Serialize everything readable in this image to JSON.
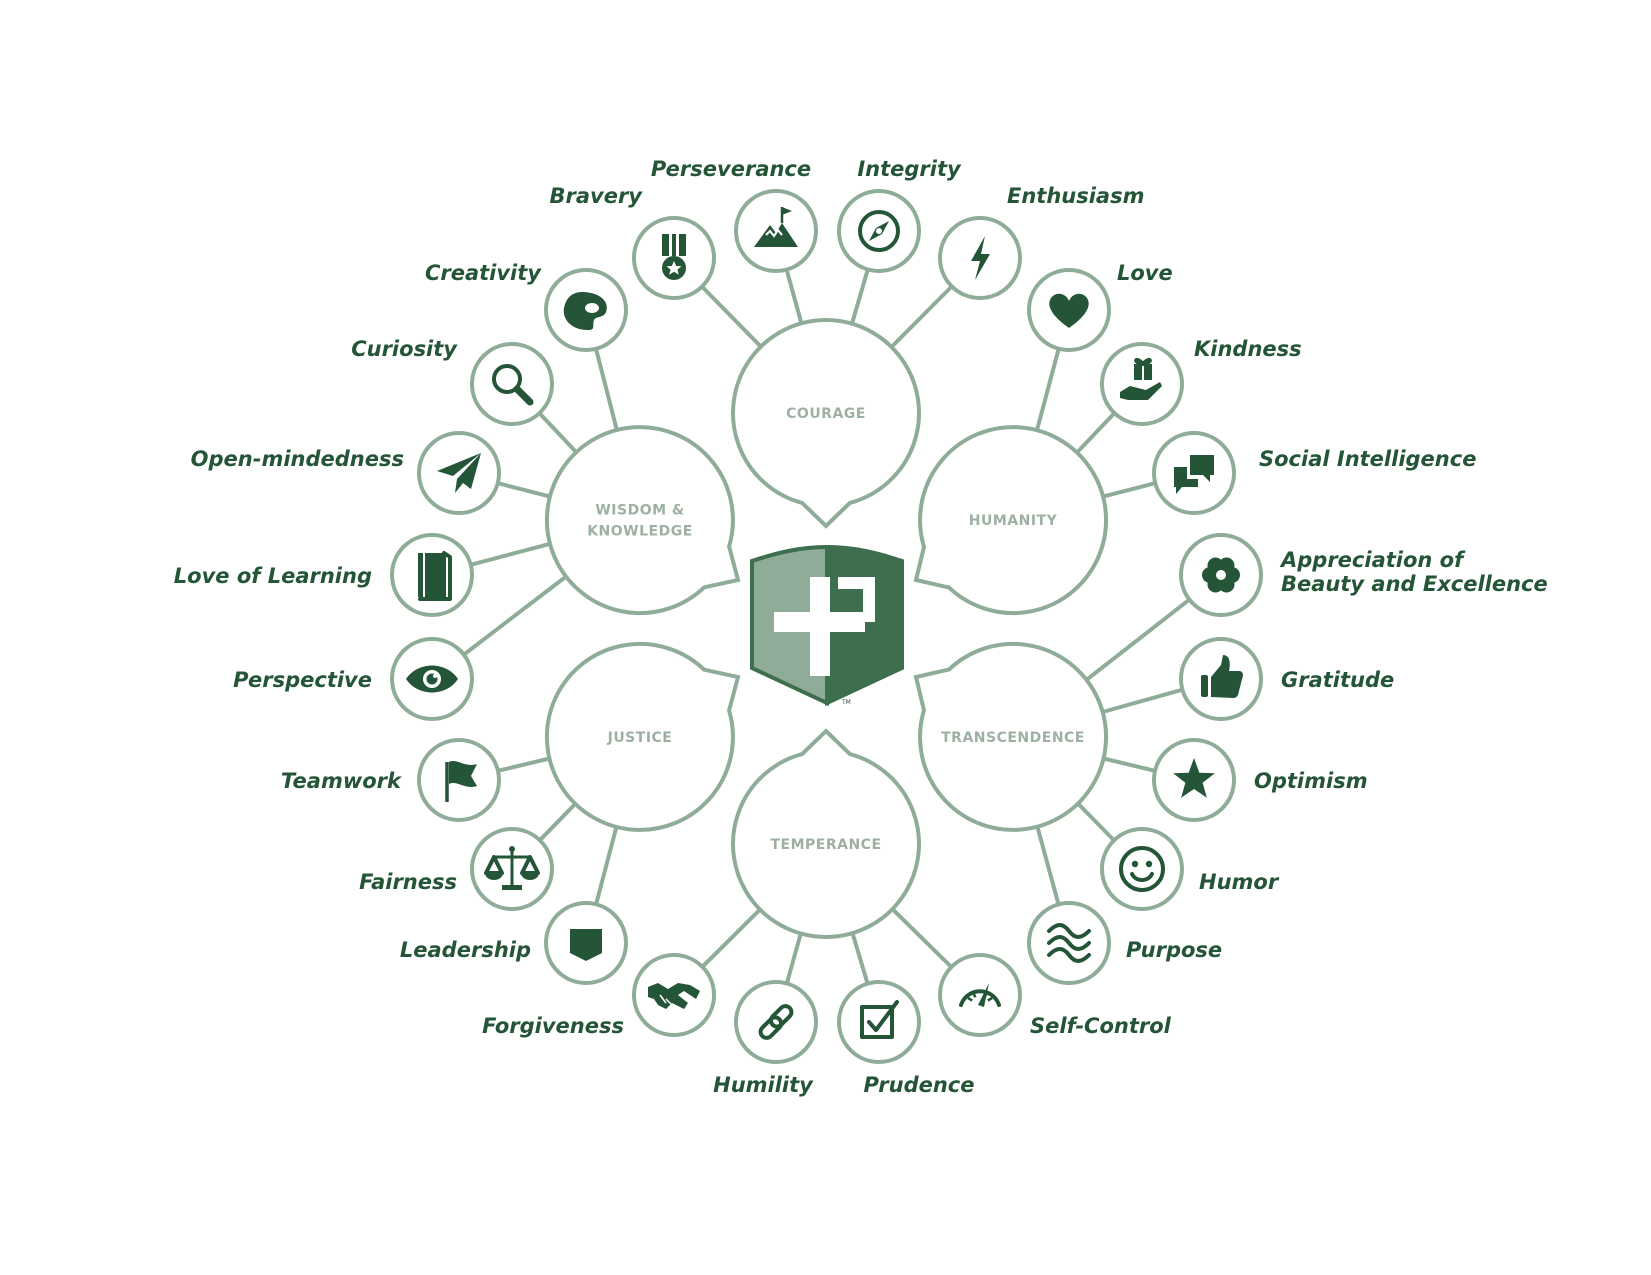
{
  "colors": {
    "dark_green": "#245537",
    "ring_green": "#8fac98",
    "virtue_text": "#9cb1a3",
    "shield_dark": "#3d6e4d",
    "shield_light": "#8fac98"
  },
  "logo": {
    "tm": "TM"
  },
  "virtues": [
    {
      "id": "courage",
      "lines": [
        "COURAGE"
      ]
    },
    {
      "id": "wisdom",
      "lines": [
        "WISDOM &",
        "KNOWLEDGE"
      ]
    },
    {
      "id": "humanity",
      "lines": [
        "HUMANITY"
      ]
    },
    {
      "id": "justice",
      "lines": [
        "JUSTICE"
      ]
    },
    {
      "id": "transcendence",
      "lines": [
        "TRANSCENDENCE"
      ]
    },
    {
      "id": "temperance",
      "lines": [
        "TEMPERANCE"
      ]
    }
  ],
  "strengths": [
    {
      "id": "bravery",
      "label": "Bravery",
      "icon": "medal-icon"
    },
    {
      "id": "perseverance",
      "label": "Perseverance",
      "icon": "mountain-flag-icon"
    },
    {
      "id": "integrity",
      "label": "Integrity",
      "icon": "compass-icon"
    },
    {
      "id": "enthusiasm",
      "label": "Enthusiasm",
      "icon": "lightning-icon"
    },
    {
      "id": "love",
      "label": "Love",
      "icon": "heart-icon"
    },
    {
      "id": "kindness",
      "label": "Kindness",
      "icon": "gift-hand-icon"
    },
    {
      "id": "social-intelligence",
      "label": "Social Intelligence",
      "icon": "chat-bubbles-icon"
    },
    {
      "id": "appreciation",
      "label": "Appreciation of",
      "label2": "Beauty and Excellence",
      "icon": "flower-icon"
    },
    {
      "id": "gratitude",
      "label": "Gratitude",
      "icon": "thumbs-up-icon"
    },
    {
      "id": "optimism",
      "label": "Optimism",
      "icon": "star-icon"
    },
    {
      "id": "humor",
      "label": "Humor",
      "icon": "smiley-icon"
    },
    {
      "id": "purpose",
      "label": "Purpose",
      "icon": "waves-icon"
    },
    {
      "id": "self-control",
      "label": "Self-Control",
      "icon": "gauge-icon"
    },
    {
      "id": "prudence",
      "label": "Prudence",
      "icon": "checkbox-icon"
    },
    {
      "id": "humility",
      "label": "Humility",
      "icon": "link-icon"
    },
    {
      "id": "forgiveness",
      "label": "Forgiveness",
      "icon": "handshake-icon"
    },
    {
      "id": "leadership",
      "label": "Leadership",
      "icon": "shield-icon"
    },
    {
      "id": "fairness",
      "label": "Fairness",
      "icon": "scales-icon"
    },
    {
      "id": "teamwork",
      "label": "Teamwork",
      "icon": "flag-icon"
    },
    {
      "id": "perspective",
      "label": "Perspective",
      "icon": "eye-icon"
    },
    {
      "id": "love-of-learning",
      "label": "Love of Learning",
      "icon": "book-icon"
    },
    {
      "id": "open-mindedness",
      "label": "Open-mindedness",
      "icon": "paper-plane-icon"
    },
    {
      "id": "curiosity",
      "label": "Curiosity",
      "icon": "magnifier-icon"
    },
    {
      "id": "creativity",
      "label": "Creativity",
      "icon": "palette-icon"
    }
  ]
}
